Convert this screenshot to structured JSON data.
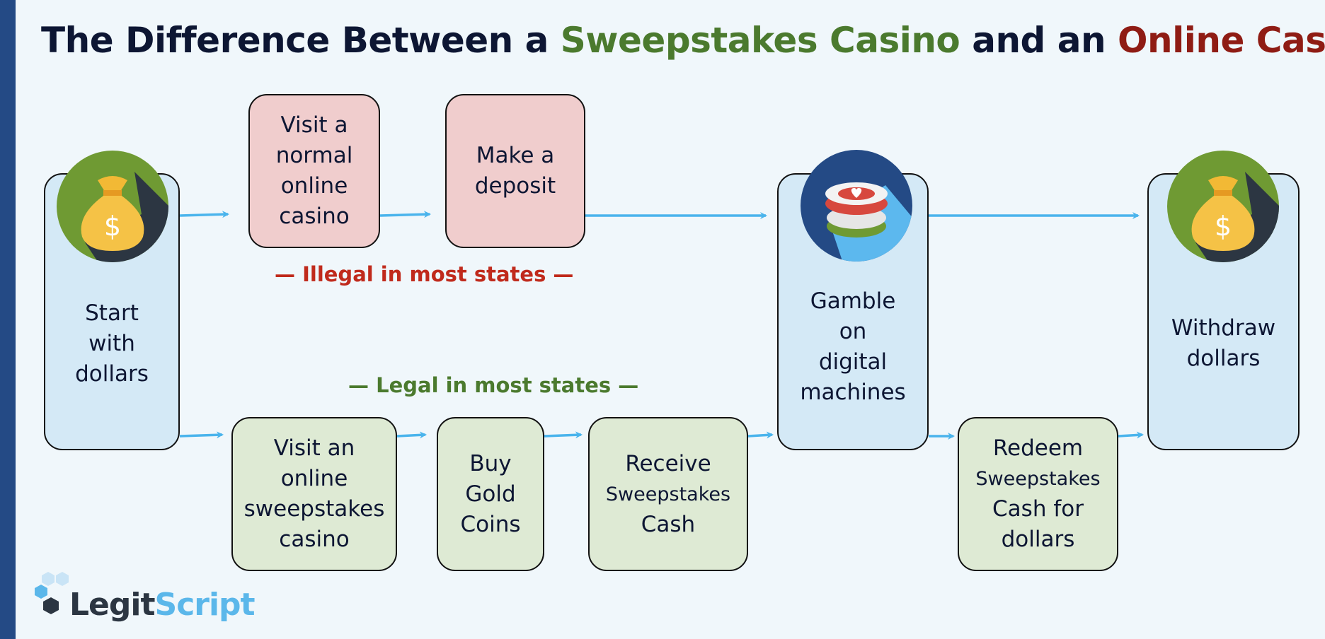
{
  "title": {
    "part1": "The Difference Between a ",
    "part2": "Sweepstakes Casino",
    "part3": " and an ",
    "part4": "Online Casino"
  },
  "colors": {
    "accent_green": "#4b7a2e",
    "accent_red": "#8f1c14",
    "arrow": "#4ab4ec",
    "side_bar": "#244a85"
  },
  "nodes": {
    "start": "Start\nwith\ndollars",
    "visit_normal": "Visit a\nnormal\nonline\ncasino",
    "deposit": "Make a\ndeposit",
    "gamble": "Gamble\non\ndigital\nmachines",
    "withdraw": "Withdraw\ndollars",
    "visit_sweeps": "Visit an\nonline\nsweepstakes\ncasino",
    "buy_coins": "Buy\nGold\nCoins",
    "receive_cash_l1": "Receive",
    "receive_cash_l2": "Sweepstakes",
    "receive_cash_l3": "Cash",
    "redeem_l1": "Redeem",
    "redeem_l2": "Sweepstakes",
    "redeem_l3": "Cash for",
    "redeem_l4": "dollars"
  },
  "notes": {
    "illegal": "— Illegal in most states —",
    "legal": "— Legal in most states —"
  },
  "icons": {
    "start": "money-bag-icon",
    "gamble": "casino-chips-icon",
    "withdraw": "money-bag-icon"
  },
  "logo": {
    "part1": "Legit",
    "part2": "Script"
  }
}
